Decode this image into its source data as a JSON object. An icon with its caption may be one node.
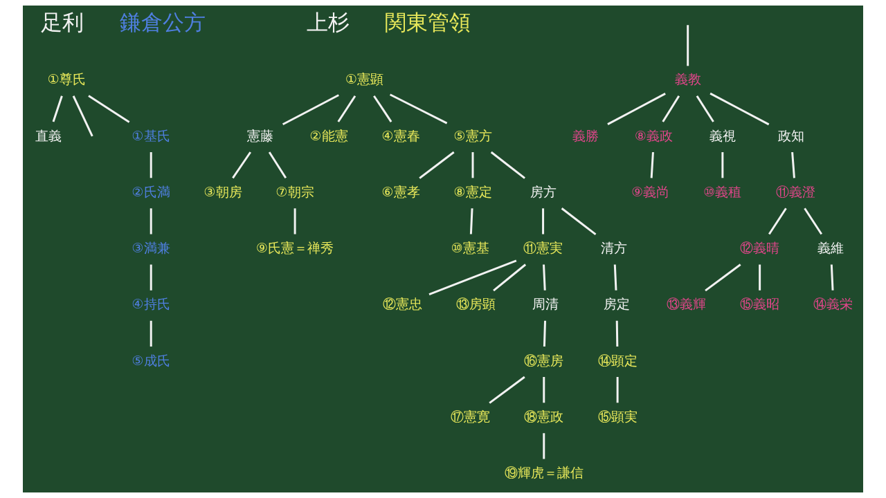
{
  "diagram": {
    "nodes": [
      {
        "text": [
          "①尊氏"
        ]
      },
      {
        "text": [
          "直義"
        ]
      },
      {
        "text": [
          "義教"
        ]
      },
      {
        "text": [
          "義勝"
        ]
      },
      {
        "text": [
          "⑧義政"
        ]
      },
      {
        "text": [
          "義視"
        ]
      },
      {
        "text": [
          "政知"
        ]
      },
      {
        "text": [
          "⑨義尚"
        ]
      },
      {
        "text": [
          "⑩義稙"
        ]
      },
      {
        "text": [
          "⑪義澄"
        ]
      },
      {
        "text": [
          "⑫義晴"
        ]
      },
      {
        "text": [
          "義維"
        ]
      },
      {
        "text": [
          "⑬義輝"
        ]
      },
      {
        "text": [
          "⑮義昭"
        ]
      },
      {
        "text": [
          "⑭義栄"
        ]
      },
      {
        "text": [
          "①基氏"
        ]
      },
      {
        "text": [
          "②氏満"
        ]
      },
      {
        "text": [
          "③満兼"
        ]
      },
      {
        "text": [
          "④持氏"
        ]
      },
      {
        "text": [
          "⑤成氏"
        ]
      },
      {
        "text": [
          "①憲顕"
        ]
      },
      {
        "text": [
          "憲藤"
        ]
      },
      {
        "text": [
          "②能憲"
        ]
      },
      {
        "text": [
          "④憲春"
        ]
      },
      {
        "text": [
          "⑤憲方"
        ]
      },
      {
        "text": [
          "③朝房"
        ]
      },
      {
        "text": [
          "⑦朝宗"
        ]
      },
      {
        "text": [
          "⑥憲孝"
        ]
      },
      {
        "text": [
          "⑧憲定"
        ]
      },
      {
        "text": [
          "房方"
        ]
      },
      {
        "text": [
          "⑨氏憲＝禅秀"
        ]
      },
      {
        "text": [
          "⑩憲基"
        ]
      },
      {
        "text": [
          "⑪憲実"
        ]
      },
      {
        "text": [
          "清方"
        ]
      },
      {
        "text": [
          "⑫憲忠"
        ]
      },
      {
        "text": [
          "⑬房顕"
        ]
      },
      {
        "text": [
          "周清"
        ]
      },
      {
        "text": [
          "房定"
        ]
      },
      {
        "text": [
          "⑯憲房"
        ]
      },
      {
        "text": [
          "⑭顕定"
        ]
      },
      {
        "text": [
          "⑰憲寛"
        ]
      },
      {
        "text": [
          "⑱憲政"
        ]
      },
      {
        "text": [
          "⑮顕実"
        ]
      },
      {
        "text": [
          "⑲輝虎＝謙信"
        ]
      }
    ],
    "edges": [
      {
        "from": 0,
        "to": 1,
        "arrow": "none"
      },
      {
        "from": 0,
        "to": null,
        "arrow": "none"
      },
      {
        "from": 0,
        "to": 15,
        "arrow": "none"
      },
      {
        "from": null,
        "to": 2,
        "arrow": "none"
      },
      {
        "from": 2,
        "to": 3,
        "arrow": "none"
      },
      {
        "from": 2,
        "to": 4,
        "arrow": "none"
      },
      {
        "from": 2,
        "to": 5,
        "arrow": "none"
      },
      {
        "from": 2,
        "to": 6,
        "arrow": "none"
      },
      {
        "from": 4,
        "to": 7,
        "arrow": "none"
      },
      {
        "from": 5,
        "to": 8,
        "arrow": "none"
      },
      {
        "from": 6,
        "to": 9,
        "arrow": "none"
      },
      {
        "from": 9,
        "to": 10,
        "arrow": "none"
      },
      {
        "from": 9,
        "to": 11,
        "arrow": "none"
      },
      {
        "from": 10,
        "to": 12,
        "arrow": "none"
      },
      {
        "from": 10,
        "to": 13,
        "arrow": "none"
      },
      {
        "from": 11,
        "to": 14,
        "arrow": "none"
      },
      {
        "from": 15,
        "to": 16,
        "arrow": "none"
      },
      {
        "from": 16,
        "to": 17,
        "arrow": "none"
      },
      {
        "from": 17,
        "to": 18,
        "arrow": "none"
      },
      {
        "from": 18,
        "to": 19,
        "arrow": "none"
      },
      {
        "from": 20,
        "to": 21,
        "arrow": "none"
      },
      {
        "from": 20,
        "to": 22,
        "arrow": "none"
      },
      {
        "from": 20,
        "to": 23,
        "arrow": "none"
      },
      {
        "from": 20,
        "to": 24,
        "arrow": "none"
      },
      {
        "from": 21,
        "to": 25,
        "arrow": "none"
      },
      {
        "from": 21,
        "to": 26,
        "arrow": "none"
      },
      {
        "from": 26,
        "to": 30,
        "arrow": "none"
      },
      {
        "from": 24,
        "to": 27,
        "arrow": "none"
      },
      {
        "from": 24,
        "to": 28,
        "arrow": "none"
      },
      {
        "from": 24,
        "to": 29,
        "arrow": "none"
      },
      {
        "from": 28,
        "to": 31,
        "arrow": "none"
      },
      {
        "from": 29,
        "to": 32,
        "arrow": "none"
      },
      {
        "from": 29,
        "to": 33,
        "arrow": "none"
      },
      {
        "from": 32,
        "to": 34,
        "arrow": "none"
      },
      {
        "from": 32,
        "to": 35,
        "arrow": "none"
      },
      {
        "from": 32,
        "to": 36,
        "arrow": "none"
      },
      {
        "from": 33,
        "to": 37,
        "arrow": "none"
      },
      {
        "from": 36,
        "to": 38,
        "arrow": "none"
      },
      {
        "from": 37,
        "to": 39,
        "arrow": "none"
      },
      {
        "from": 38,
        "to": 40,
        "arrow": "none"
      },
      {
        "from": 38,
        "to": 41,
        "arrow": "none"
      },
      {
        "from": 39,
        "to": 42,
        "arrow": "none"
      },
      {
        "from": 41,
        "to": 43,
        "arrow": "none"
      }
    ],
    "labels": [
      "足利",
      "鎌倉公方",
      "上杉",
      "関東管領"
    ]
  }
}
